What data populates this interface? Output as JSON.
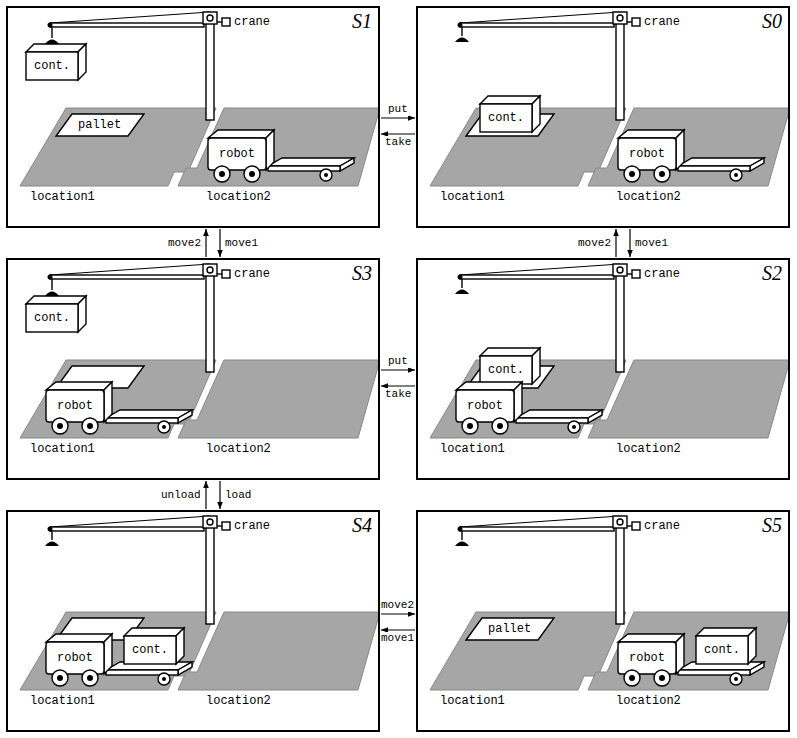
{
  "diagram": {
    "nodes": [
      {
        "text": [
          "S1",
          "crane",
          "cont.",
          "pallet",
          "robot",
          "location1",
          "location2"
        ]
      },
      {
        "text": [
          "S0",
          "crane",
          "cont.",
          "robot",
          "location1",
          "location2"
        ]
      },
      {
        "text": [
          "S3",
          "crane",
          "cont.",
          "robot",
          "location1",
          "location2"
        ]
      },
      {
        "text": [
          "S2",
          "crane",
          "cont.",
          "robot",
          "location1",
          "location2"
        ]
      },
      {
        "text": [
          "S4",
          "crane",
          "robot",
          "cont.",
          "location1",
          "location2"
        ]
      },
      {
        "text": [
          "S5",
          "crane",
          "pallet",
          "robot",
          "cont.",
          "location1",
          "location2"
        ]
      }
    ],
    "edges": [
      {
        "from": 0,
        "to": 1,
        "label": "put",
        "arrow": "to"
      },
      {
        "from": 1,
        "to": 0,
        "label": "take",
        "arrow": "to"
      },
      {
        "from": 2,
        "to": 0,
        "label": "move2",
        "arrow": "to"
      },
      {
        "from": 0,
        "to": 2,
        "label": "move1",
        "arrow": "to"
      },
      {
        "from": 3,
        "to": 1,
        "label": "move2",
        "arrow": "to"
      },
      {
        "from": 1,
        "to": 3,
        "label": "move1",
        "arrow": "to"
      },
      {
        "from": 2,
        "to": 3,
        "label": "put",
        "arrow": "to"
      },
      {
        "from": 3,
        "to": 2,
        "label": "take",
        "arrow": "to"
      },
      {
        "from": 4,
        "to": 2,
        "label": "unload",
        "arrow": "to"
      },
      {
        "from": 2,
        "to": 4,
        "label": "load",
        "arrow": "to"
      },
      {
        "from": 4,
        "to": 5,
        "label": "move2",
        "arrow": "to"
      },
      {
        "from": 5,
        "to": 4,
        "label": "move1",
        "arrow": "to"
      }
    ]
  }
}
